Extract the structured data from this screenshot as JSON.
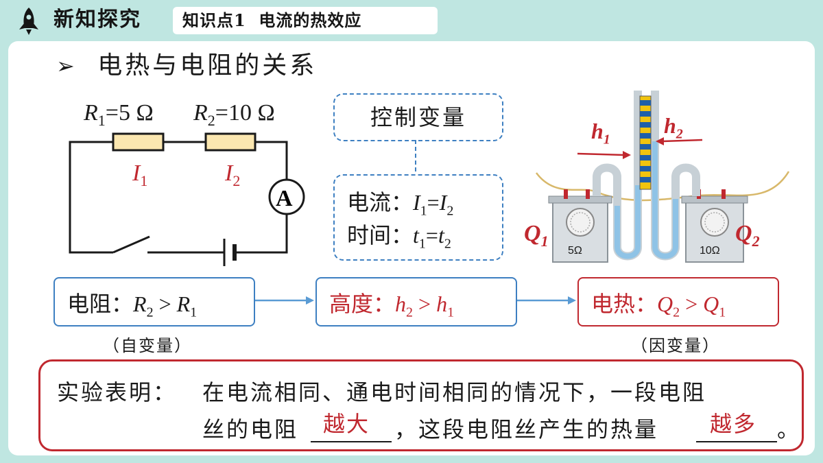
{
  "header": {
    "section_title": "新知探究",
    "topic_label": "知识点1  电流的热效应"
  },
  "subtitle": "电热与电阻的关系",
  "circuit": {
    "r1_label": "R",
    "r1_sub": "1",
    "r1_value": "=5 Ω",
    "r2_label": "R",
    "r2_sub": "2",
    "r2_value": "=10 Ω",
    "i1_label": "I",
    "i1_sub": "1",
    "i2_label": "I",
    "i2_sub": "2",
    "ammeter": "A"
  },
  "control": {
    "title": "控制变量",
    "line1_prefix": "电流：",
    "line2_prefix": "时间：",
    "line1_a": "I",
    "line1_a_sub": "1",
    "line1_eq": "=",
    "line1_b": "I",
    "line1_b_sub": "2",
    "line2_a": "t",
    "line2_a_sub": "1",
    "line2_eq": "=",
    "line2_b": "t",
    "line2_b_sub": "2"
  },
  "apparatus": {
    "h1": "h",
    "h1_sub": "1",
    "h2": "h",
    "h2_sub": "2",
    "q1": "Q",
    "q1_sub": "1",
    "q2": "Q",
    "q2_sub": "2",
    "left_res": "5Ω",
    "right_res": "10Ω"
  },
  "flow": {
    "box1_prefix": "电阻：",
    "box1_a": "R",
    "box1_a_sub": "2",
    "box1_op": " > ",
    "box1_b": "R",
    "box1_b_sub": "1",
    "box1_note": "（自变量）",
    "box2_prefix": "高度：",
    "box2_a": "h",
    "box2_a_sub": "2",
    "box2_op": " > ",
    "box2_b": "h",
    "box2_b_sub": "1",
    "box3_prefix": "电热：",
    "box3_a": "Q",
    "box3_a_sub": "2",
    "box3_op": " > ",
    "box3_b": "Q",
    "box3_b_sub": "1",
    "box3_note": "（因变量）"
  },
  "conclusion": {
    "label": "实验表明：",
    "line1": "在电流相同、通电时间相同的情况下，一段电阻",
    "line2_a": "丝的电阻",
    "answer1": "越大",
    "line2_b": "，这段电阻丝产生的热量",
    "answer2": "越多",
    "line2_end": "。"
  },
  "colors": {
    "background": "#bfe6e1",
    "accent_red": "#c0282f",
    "accent_blue": "#3d7fc1",
    "resistor_fill": "#fbe7b0"
  }
}
